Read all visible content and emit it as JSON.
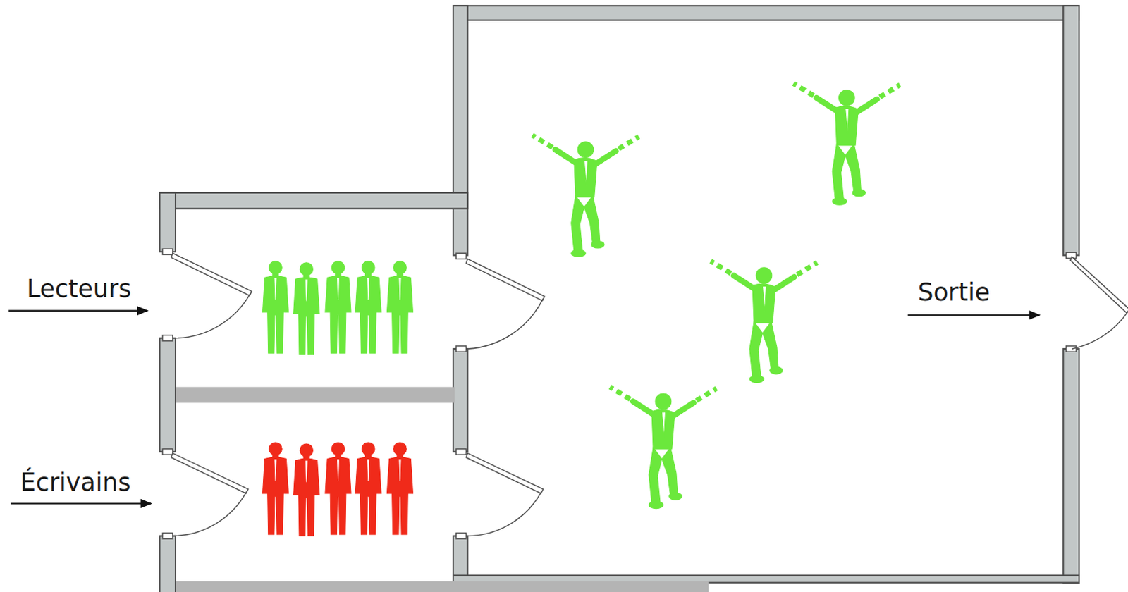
{
  "diagram": {
    "labels": [
      "Lecteurs",
      "Écrivains",
      "Sortie"
    ]
  }
}
